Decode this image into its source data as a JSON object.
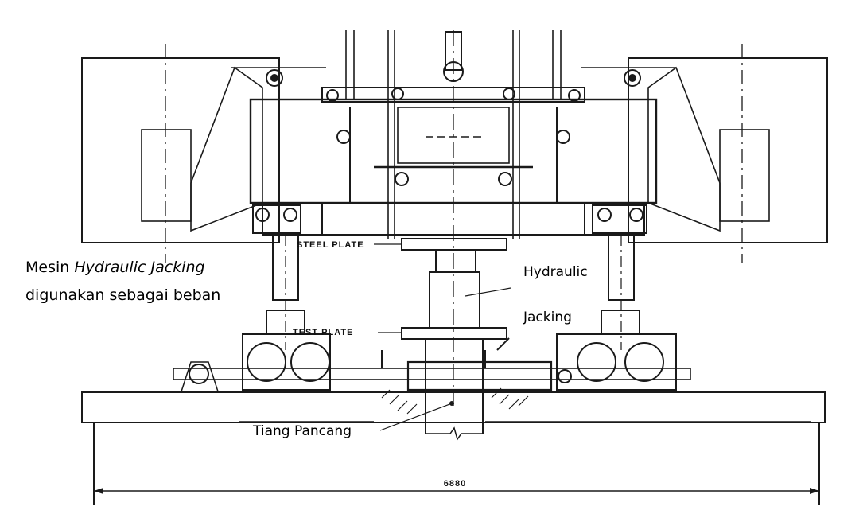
{
  "labels": {
    "machine_line1_prefix": "Mesin ",
    "machine_line1_italic": "Hydraulic Jacking",
    "machine_line2": "digunakan sebagai beban",
    "hydraulic": "Hydraulic",
    "jacking": "Jacking",
    "pile": "Tiang Pancang"
  },
  "drawing_text": {
    "steel_plate": "STEEL PLATE",
    "test_plate": "TEST PLATE",
    "dimension": "6880"
  }
}
